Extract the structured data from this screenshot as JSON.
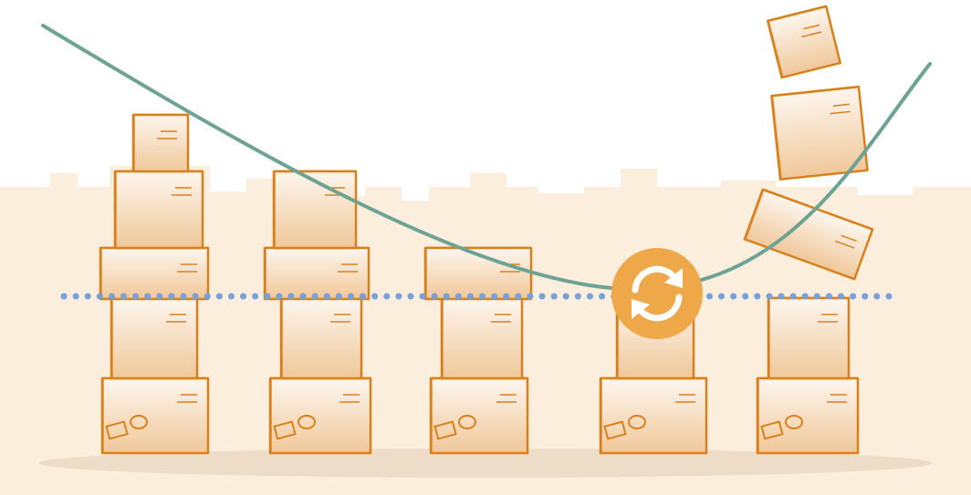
{
  "illustration": {
    "description_icon": "refresh-cycle-icon",
    "colors": {
      "background": "#ffffff",
      "skyline": "#fbeedd",
      "ground_shadow": "#ecdcc8",
      "box_stroke": "#d9801e",
      "box_fill_top": "#fdf6ee",
      "box_fill_bottom": "#f0c89a",
      "trend_curve": "#6ea394",
      "threshold_line": "#7aa0d8",
      "badge": "#eea84a",
      "badge_arrows": "#ffffff"
    },
    "stacks": [
      {
        "name": "stack-1",
        "box_count": 5,
        "state": "stable"
      },
      {
        "name": "stack-2",
        "box_count": 4,
        "state": "stable"
      },
      {
        "name": "stack-3",
        "box_count": 3,
        "state": "stable"
      },
      {
        "name": "stack-4",
        "box_count": 2,
        "state": "refreshing"
      },
      {
        "name": "stack-5",
        "box_count": 5,
        "state": "toppling"
      }
    ]
  }
}
